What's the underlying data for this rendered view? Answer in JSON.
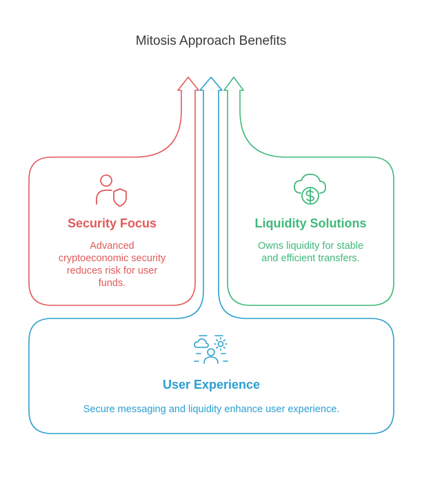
{
  "title": "Mitosis Approach Benefits",
  "cards": {
    "security": {
      "heading": "Security Focus",
      "description_lines": [
        "Advanced",
        "cryptoeconomic security",
        "reduces risk for user",
        "funds."
      ],
      "icon": "user-shield-icon",
      "color": "#e05a5a"
    },
    "liquidity": {
      "heading": "Liquidity Solutions",
      "description_lines": [
        "Owns liquidity for stable",
        "and efficient transfers."
      ],
      "icon": "cloud-dollar-icon",
      "color": "#3fb87a"
    },
    "user_experience": {
      "heading": "User Experience",
      "description": "Secure messaging and liquidity enhance user experience.",
      "icon": "user-weather-icon",
      "color": "#2b9fd0"
    }
  }
}
